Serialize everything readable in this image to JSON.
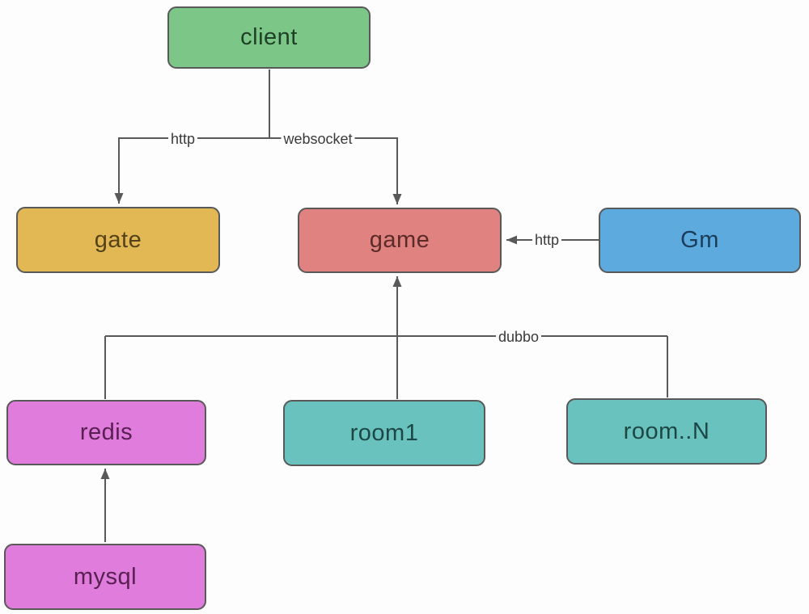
{
  "diagram": {
    "nodes": {
      "client": {
        "label": "client",
        "fill": "#7cc787",
        "text_color": "#1e4026"
      },
      "gate": {
        "label": "gate",
        "fill": "#e2b855",
        "text_color": "#55411a"
      },
      "game": {
        "label": "game",
        "fill": "#e08280",
        "text_color": "#5c2b29"
      },
      "gm": {
        "label": "Gm",
        "fill": "#5caade",
        "text_color": "#1b3d5a"
      },
      "redis": {
        "label": "redis",
        "fill": "#e07cdb",
        "text_color": "#571f52"
      },
      "room1": {
        "label": "room1",
        "fill": "#6ac2bf",
        "text_color": "#1c4745"
      },
      "roomN": {
        "label": "room..N",
        "fill": "#6ac2bf",
        "text_color": "#1c4745"
      },
      "mysql": {
        "label": "mysql",
        "fill": "#e07cdb",
        "text_color": "#571f52"
      }
    },
    "edges": [
      {
        "from": "client",
        "to": "gate",
        "label": "http"
      },
      {
        "from": "client",
        "to": "game",
        "label": "websocket"
      },
      {
        "from": "Gm",
        "to": "game",
        "label": "http"
      },
      {
        "from": "redis, room1, room..N",
        "to": "game",
        "label": "dubbo"
      },
      {
        "from": "mysql",
        "to": "redis",
        "label": ""
      }
    ],
    "line_color": "#595959",
    "border_color": "#595959",
    "background": "#fdfdfd"
  }
}
